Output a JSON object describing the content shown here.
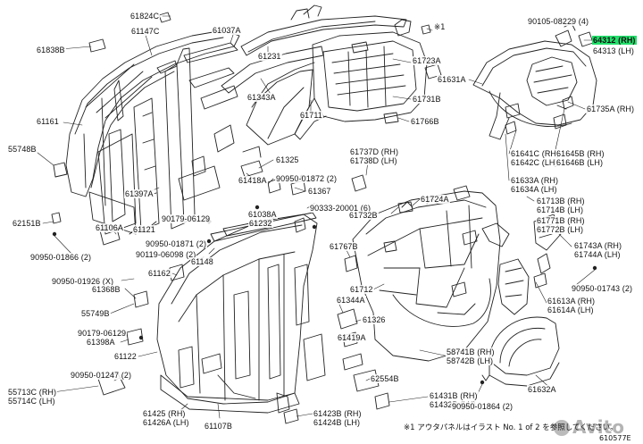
{
  "callouts": [
    {
      "id": "c01",
      "text": "61824C"
    },
    {
      "id": "c02",
      "text": "61147C"
    },
    {
      "id": "c03",
      "text": "61838B"
    },
    {
      "id": "c04",
      "text": "61037A"
    },
    {
      "id": "c05",
      "text": "61231"
    },
    {
      "id": "c06",
      "text": "61343A"
    },
    {
      "id": "c07",
      "text": "61161"
    },
    {
      "id": "c08",
      "text": "61711"
    },
    {
      "id": "c09",
      "text": "61723A"
    },
    {
      "id": "c10",
      "text": "61731B"
    },
    {
      "id": "c11",
      "text": "61766B"
    },
    {
      "id": "c12",
      "text": "90105-08229 (4)"
    },
    {
      "id": "c13",
      "text": "64312 (RH)"
    },
    {
      "id": "c14",
      "text": "64313 (LH)"
    },
    {
      "id": "c15",
      "text": "61631A"
    },
    {
      "id": "c16",
      "text": "61735A (RH)"
    },
    {
      "id": "c17",
      "text": "55748B"
    },
    {
      "id": "c18",
      "text": "61325"
    },
    {
      "id": "c19",
      "text": "61737D (RH)"
    },
    {
      "id": "c20",
      "text": "61738D (LH)"
    },
    {
      "id": "c21",
      "text": "61641C (RH)"
    },
    {
      "id": "c22",
      "text": "61642C (LH)"
    },
    {
      "id": "c23",
      "text": "61645B (RH)"
    },
    {
      "id": "c24",
      "text": "61646B (LH)"
    },
    {
      "id": "c25",
      "text": "90950-01872 (2)"
    },
    {
      "id": "c26",
      "text": "61418A"
    },
    {
      "id": "c27",
      "text": "61633A (RH)"
    },
    {
      "id": "c28",
      "text": "61634A (LH)"
    },
    {
      "id": "c29",
      "text": "61397A"
    },
    {
      "id": "c30",
      "text": "61367"
    },
    {
      "id": "c31",
      "text": "61724A"
    },
    {
      "id": "c32",
      "text": "61713B (RH)"
    },
    {
      "id": "c33",
      "text": "61714B (LH)"
    },
    {
      "id": "c34",
      "text": "62151B"
    },
    {
      "id": "c35",
      "text": "61106A"
    },
    {
      "id": "c36",
      "text": "61121"
    },
    {
      "id": "c37",
      "text": "90179-06129"
    },
    {
      "id": "c38",
      "text": "61038A"
    },
    {
      "id": "c39",
      "text": "90333-20001 (6)"
    },
    {
      "id": "c40",
      "text": "61732B"
    },
    {
      "id": "c41",
      "text": "61771B (RH)"
    },
    {
      "id": "c42",
      "text": "61772B (LH)"
    },
    {
      "id": "c43",
      "text": "61232"
    },
    {
      "id": "c44",
      "text": "90950-01871 (2)"
    },
    {
      "id": "c45",
      "text": "90950-01866 (2)"
    },
    {
      "id": "c46",
      "text": "90119-06098 (2)"
    },
    {
      "id": "c47",
      "text": "61148"
    },
    {
      "id": "c48",
      "text": "61767B"
    },
    {
      "id": "c49",
      "text": "61743A (RH)"
    },
    {
      "id": "c50",
      "text": "61744A (LH)"
    },
    {
      "id": "c51",
      "text": "61162"
    },
    {
      "id": "c52",
      "text": "90950-01926 (X)"
    },
    {
      "id": "c53",
      "text": "61368B"
    },
    {
      "id": "c54",
      "text": "61712"
    },
    {
      "id": "c55",
      "text": "90950-01743 (2)"
    },
    {
      "id": "c56",
      "text": "61344A"
    },
    {
      "id": "c57",
      "text": "61613A (RH)"
    },
    {
      "id": "c58",
      "text": "61614A (LH)"
    },
    {
      "id": "c59",
      "text": "55749B"
    },
    {
      "id": "c60",
      "text": "61326"
    },
    {
      "id": "c61",
      "text": "90179-06129"
    },
    {
      "id": "c62",
      "text": "61398A"
    },
    {
      "id": "c63",
      "text": "61419A"
    },
    {
      "id": "c64",
      "text": "61122"
    },
    {
      "id": "c65",
      "text": "58741B (RH)"
    },
    {
      "id": "c66",
      "text": "58742B (LH)"
    },
    {
      "id": "c67",
      "text": "90950-01247 (2)"
    },
    {
      "id": "c68",
      "text": "62554B"
    },
    {
      "id": "c69",
      "text": "55713C (RH)"
    },
    {
      "id": "c70",
      "text": "55714C (LH)"
    },
    {
      "id": "c71",
      "text": "61431B (RH)"
    },
    {
      "id": "c72",
      "text": "61432B (LH)"
    },
    {
      "id": "c73",
      "text": "90950-01864 (2)"
    },
    {
      "id": "c74",
      "text": "61632A"
    },
    {
      "id": "c75",
      "text": "61425 (RH)"
    },
    {
      "id": "c76",
      "text": "61426A (LH)"
    },
    {
      "id": "c77",
      "text": "61107B"
    },
    {
      "id": "c78",
      "text": "61423B (RH)"
    },
    {
      "id": "c79",
      "text": "61424B (LH)"
    }
  ],
  "notes": {
    "star_top": "※1",
    "footnote": "※1 アウタパネルはイラスト No. 1 of 2 を参照してください。",
    "page_code": "610577E"
  },
  "watermark": {
    "text": "Avito"
  },
  "colors": {
    "highlight": "#22e06b",
    "line": "#222222"
  }
}
